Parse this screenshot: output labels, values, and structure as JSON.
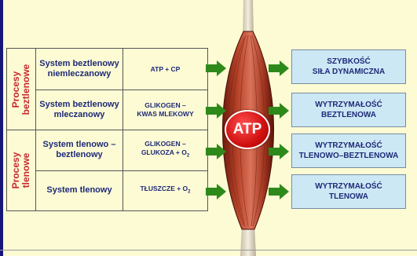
{
  "groups": [
    {
      "label_line1": "Procesy",
      "label_line2": "beztlenowe"
    },
    {
      "label_line1": "Procesy",
      "label_line2": "tlenowe"
    }
  ],
  "rows": [
    {
      "system": "System beztlenowy niemleczanowy",
      "substrate": "ATP + CP"
    },
    {
      "system": "System beztlenowy mleczanowy",
      "substrate_line1": "GLIKOGEN –",
      "substrate_line2": "KWAS MLEKOWY"
    },
    {
      "system": "System tlenowo – beztlenowy",
      "substrate_line1": "GLIKOGEN –",
      "substrate_line2_main": "GLUKOZA + O",
      "substrate_line2_sub": "2"
    },
    {
      "system": "System tlenowy",
      "substrate_main": "TŁUSZCZE + O",
      "substrate_sub": "2"
    }
  ],
  "center": {
    "label": "ATP"
  },
  "outcomes": [
    {
      "line1": "SZYBKOŚĆ",
      "line2": "SIŁA DYNAMICZNA"
    },
    {
      "line1": "WYTRZYMAŁOŚĆ",
      "line2": "BEZTLENOWA"
    },
    {
      "line1": "WYTRZYMAŁOŚĆ",
      "line2": "TLENOWO–BEZTLENOWA"
    },
    {
      "line1": "WYTRZYMAŁOŚĆ",
      "line2": "TLENOWA"
    }
  ],
  "colors": {
    "arrow": "#2d8a1a",
    "group_label": "#c8282d",
    "text": "#1e2a78",
    "outcome_bg": "#cde8f5",
    "background": "#fdfbd4"
  }
}
